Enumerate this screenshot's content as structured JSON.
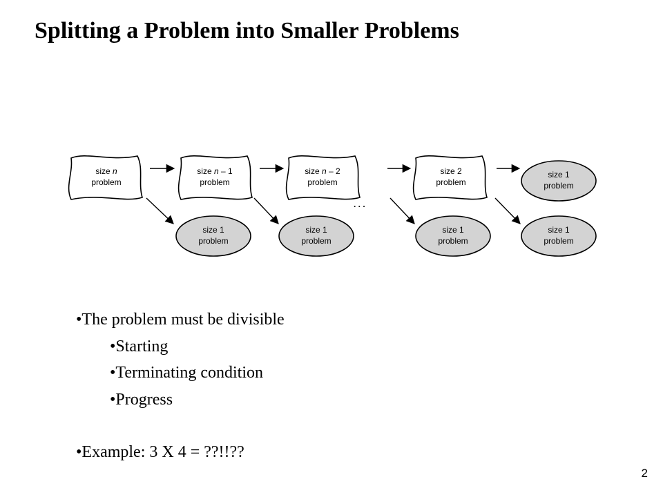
{
  "slide": {
    "title": "Splitting a Problem into Smaller Problems",
    "page_number": "2"
  },
  "diagram": {
    "colors": {
      "open_shape_fill": "#ffffff",
      "solved_shape_fill": "#d3d3d3",
      "stroke": "#000000"
    },
    "top_row": [
      {
        "kind": "open",
        "prefix": "size ",
        "var": "n",
        "suffix": "",
        "line2": "problem"
      },
      {
        "kind": "open",
        "prefix": "size ",
        "var": "n",
        "suffix": " – 1",
        "line2": "problem"
      },
      {
        "kind": "open",
        "prefix": "size ",
        "var": "n",
        "suffix": " – 2",
        "line2": "problem"
      },
      {
        "kind": "open",
        "prefix": "size 2",
        "var": "",
        "suffix": "",
        "line2": "problem"
      },
      {
        "kind": "solved",
        "prefix": "size 1",
        "var": "",
        "suffix": "",
        "line2": "problem"
      }
    ],
    "bottom_row": [
      {
        "line1": "size 1",
        "line2": "problem"
      },
      {
        "line1": "size 1",
        "line2": "problem"
      },
      {
        "line1": "size 1",
        "line2": "problem"
      },
      {
        "line1": "size 1",
        "line2": "problem"
      }
    ],
    "ellipsis": ". . ."
  },
  "bullets": [
    {
      "level": 1,
      "text": "•The problem must be divisible"
    },
    {
      "level": 2,
      "text": "•Starting"
    },
    {
      "level": 2,
      "text": "•Terminating condition"
    },
    {
      "level": 2,
      "text": "•Progress"
    },
    {
      "level": 0,
      "text": ""
    },
    {
      "level": 1,
      "text": "•Example: 3 X 4 =  ??!!??"
    }
  ]
}
